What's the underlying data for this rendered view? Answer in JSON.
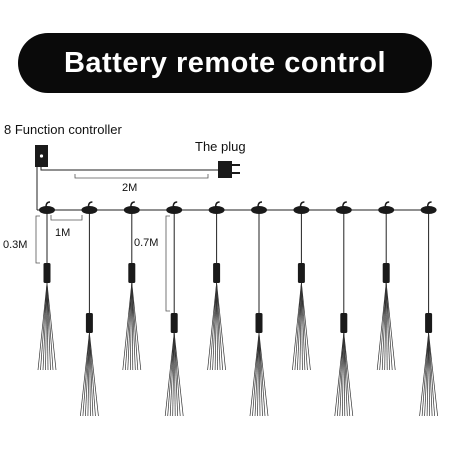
{
  "banner": {
    "title": "Battery remote control"
  },
  "labels": {
    "controller": "8 Function controller",
    "plug": "The plug",
    "cable_length": "2M",
    "drop_length": "0.3M",
    "spacing": "1M",
    "long_drop_length": "0.7M"
  },
  "lights": {
    "count": 10
  },
  "colors": {
    "banner": "#0a0a0a",
    "banner_text": "#ffffff",
    "line": "#222222"
  }
}
